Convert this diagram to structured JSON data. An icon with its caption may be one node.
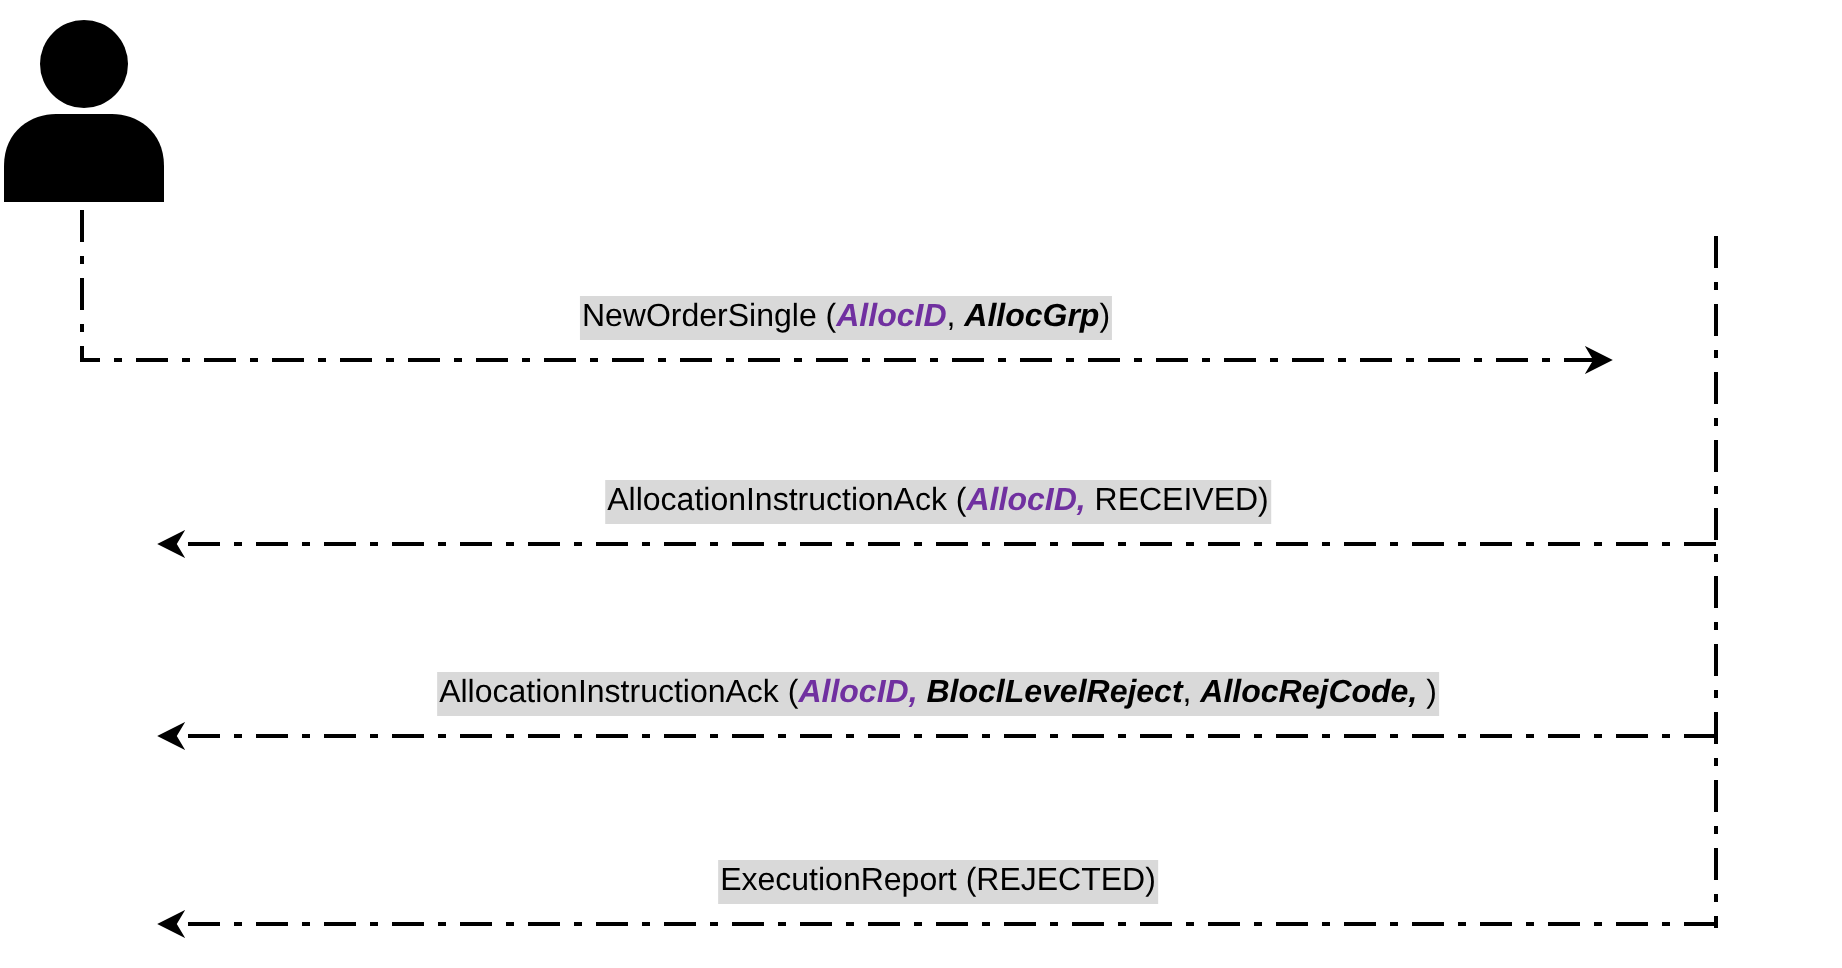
{
  "diagram": {
    "nodes": [
      {
        "text": [],
        "shape": "person"
      },
      {
        "text": [],
        "shape": "bar"
      }
    ],
    "edges": [
      {
        "from": 0,
        "to": null,
        "arrow": "to",
        "style": "dashed",
        "label": "NewOrderSingle (**AllocID**, *AllocGrp*)"
      },
      {
        "from": 1,
        "to": null,
        "arrow": "to",
        "style": "dashed",
        "label": "AllocationInstructionAck (**AllocID,** RECEIVED)"
      },
      {
        "from": 1,
        "to": null,
        "arrow": "to",
        "style": "dashed",
        "label": "AllocationInstructionAck (**AllocID,** *BloclLevelReject*, *AllocRejCode,* )"
      },
      {
        "from": 1,
        "to": null,
        "arrow": "to",
        "style": "dashed",
        "label": "ExecutionReport (REJECTED)"
      }
    ]
  }
}
